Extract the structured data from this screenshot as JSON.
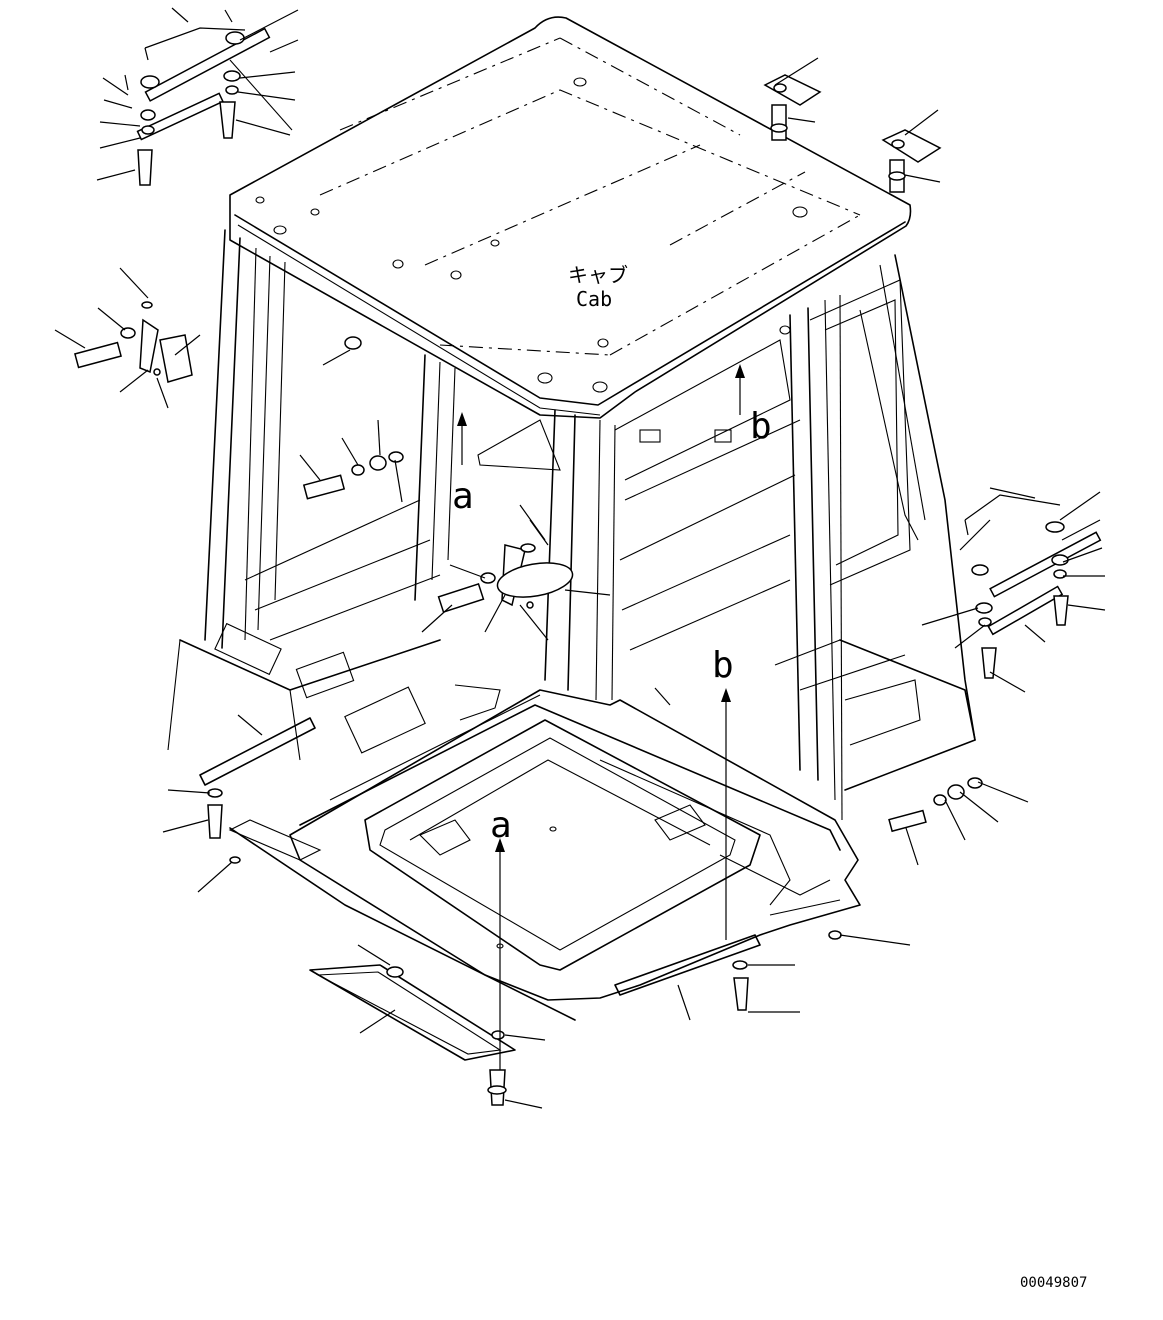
{
  "labels": {
    "cab_jp": "キャブ",
    "cab_en": "Cab",
    "ref_a_upper": "a",
    "ref_b_upper": "b",
    "ref_a_lower": "a",
    "ref_b_lower": "b",
    "drawing_number": "00049807"
  }
}
